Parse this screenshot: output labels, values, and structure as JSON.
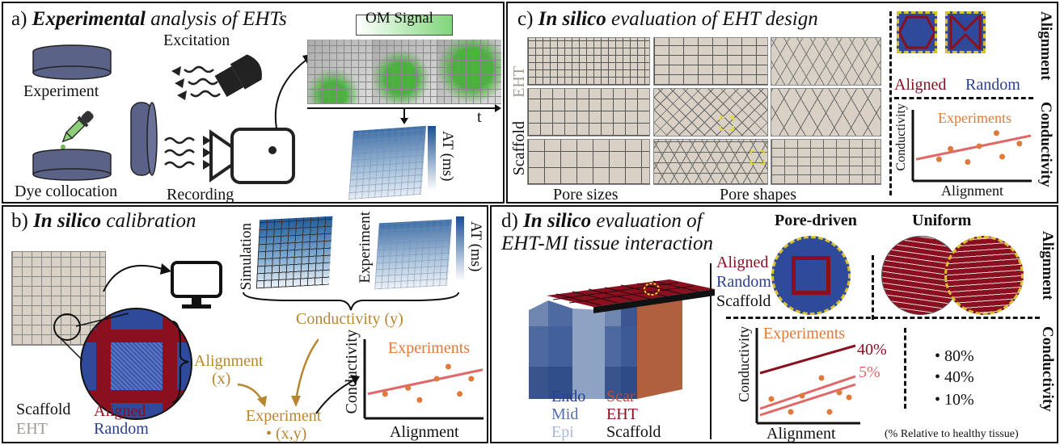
{
  "panel_a": {
    "letter": "a)",
    "title_bold": "Experimental",
    "title_rest": "analysis of EHTs",
    "om_signal": "OM Signal",
    "excitation": "Excitation",
    "experiment": "Experiment",
    "dye_collocation": "Dye collocation",
    "recording": "Recording",
    "t_label": "t",
    "at_label": "AT (ms)"
  },
  "panel_b": {
    "letter": "b)",
    "title_bold": "In silico",
    "title_rest": "calibration",
    "simulation": "Simulation",
    "experiment_v": "Experiment",
    "at_label": "AT (ms)",
    "conductivity_y": "Conductivity (y)",
    "alignment": "Alignment",
    "x": "(x)",
    "experiment": "Experiment",
    "xy": "(x,y)",
    "scaffold": "Scaffold",
    "eht": "EHT",
    "aligned": "Aligned",
    "random": "Random",
    "plot_ylabel": "Conductivity",
    "plot_xlabel": "Alignment",
    "plot_legend": "Experiments"
  },
  "panel_c": {
    "letter": "c)",
    "title_bold": "In silico",
    "title_rest": "evaluation of EHT design",
    "eht_v": "EHT",
    "scaffold_v": "Scaffold",
    "pore_sizes": "Pore sizes",
    "pore_shapes": "Pore shapes",
    "aligned": "Aligned",
    "random": "Random",
    "alignment_side": "Alignment",
    "conductivity_side": "Conductivity",
    "plot_ylabel": "Conductivity",
    "plot_xlabel": "Alignment",
    "plot_legend": "Experiments"
  },
  "panel_d": {
    "letter": "d)",
    "title_bold": "In silico",
    "title_rest1": "evaluation of",
    "title_rest2": "EHT-MI tissue interaction",
    "pore_driven": "Pore-driven",
    "uniform": "Uniform",
    "aligned": "Aligned",
    "random": "Random",
    "scaffold": "Scaffold",
    "endo": "Endo",
    "mid": "Mid",
    "epi": "Epi",
    "scar": "Scar",
    "eht": "EHT",
    "scaffold2": "Scaffold",
    "experiments": "Experiments",
    "pct40": "40%",
    "pct5": "5%",
    "list": [
      "• 80%",
      "• 40%",
      "• 10%"
    ],
    "relative": "(% Relative to healthy tissue)",
    "alignment_side": "Alignment",
    "conductivity_side": "Conductivity",
    "plot_ylabel": "Conductivity",
    "plot_xlabel": "Alignment"
  },
  "chart_data": [
    {
      "type": "scatter",
      "panel": "b",
      "legend": "Experiments",
      "xlabel": "Alignment",
      "ylabel": "Conductivity",
      "points": [
        [
          0.15,
          0.35
        ],
        [
          0.35,
          0.45
        ],
        [
          0.45,
          0.25
        ],
        [
          0.6,
          0.6
        ],
        [
          0.7,
          0.8
        ],
        [
          0.8,
          0.35
        ],
        [
          0.9,
          0.6
        ]
      ],
      "trend": [
        [
          0.0,
          0.35
        ],
        [
          1.0,
          0.75
        ]
      ]
    },
    {
      "type": "scatter",
      "panel": "c",
      "legend": "Experiments",
      "xlabel": "Alignment",
      "ylabel": "Conductivity",
      "points": [
        [
          0.2,
          0.35
        ],
        [
          0.3,
          0.55
        ],
        [
          0.45,
          0.3
        ],
        [
          0.55,
          0.6
        ],
        [
          0.7,
          0.85
        ],
        [
          0.75,
          0.4
        ],
        [
          0.9,
          0.65
        ]
      ],
      "trend": [
        [
          0.0,
          0.35
        ],
        [
          1.0,
          0.8
        ]
      ]
    }
  ],
  "colors": {
    "gold": "#b8862f",
    "orange": "#e07a3a",
    "trend": "#e06868",
    "aligned_red": "#8a1020",
    "random_blue": "#2a3f8f",
    "tissue_beige": "#d9d1c5"
  }
}
